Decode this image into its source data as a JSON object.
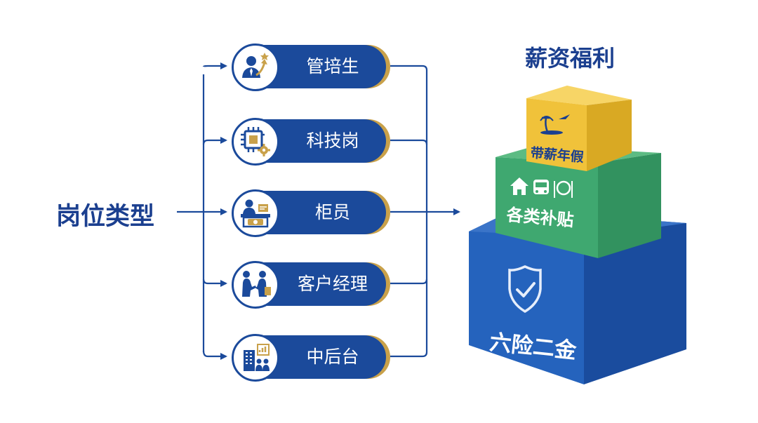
{
  "left_title": "岗位类型",
  "right_title": "薪资福利",
  "positions": [
    {
      "label": "管培生",
      "icon": "manager-growth-icon"
    },
    {
      "label": "科技岗",
      "icon": "chip-gear-icon"
    },
    {
      "label": "柜员",
      "icon": "teller-counter-icon"
    },
    {
      "label": "客户经理",
      "icon": "handshake-icon"
    },
    {
      "label": "中后台",
      "icon": "office-analytics-icon"
    }
  ],
  "benefits": [
    {
      "label": "带薪年假",
      "icon": "vacation-island-icon",
      "color": "#f0c23a"
    },
    {
      "label": "各类补贴",
      "icon": "house-bus-dining-icon",
      "color": "#3fa870"
    },
    {
      "label": "六险二金",
      "icon": "shield-check-icon",
      "color": "#2563bd"
    }
  ],
  "colors": {
    "navy": "#1b4a9b",
    "gold": "#c9a14a",
    "title": "#1b3f8f"
  }
}
